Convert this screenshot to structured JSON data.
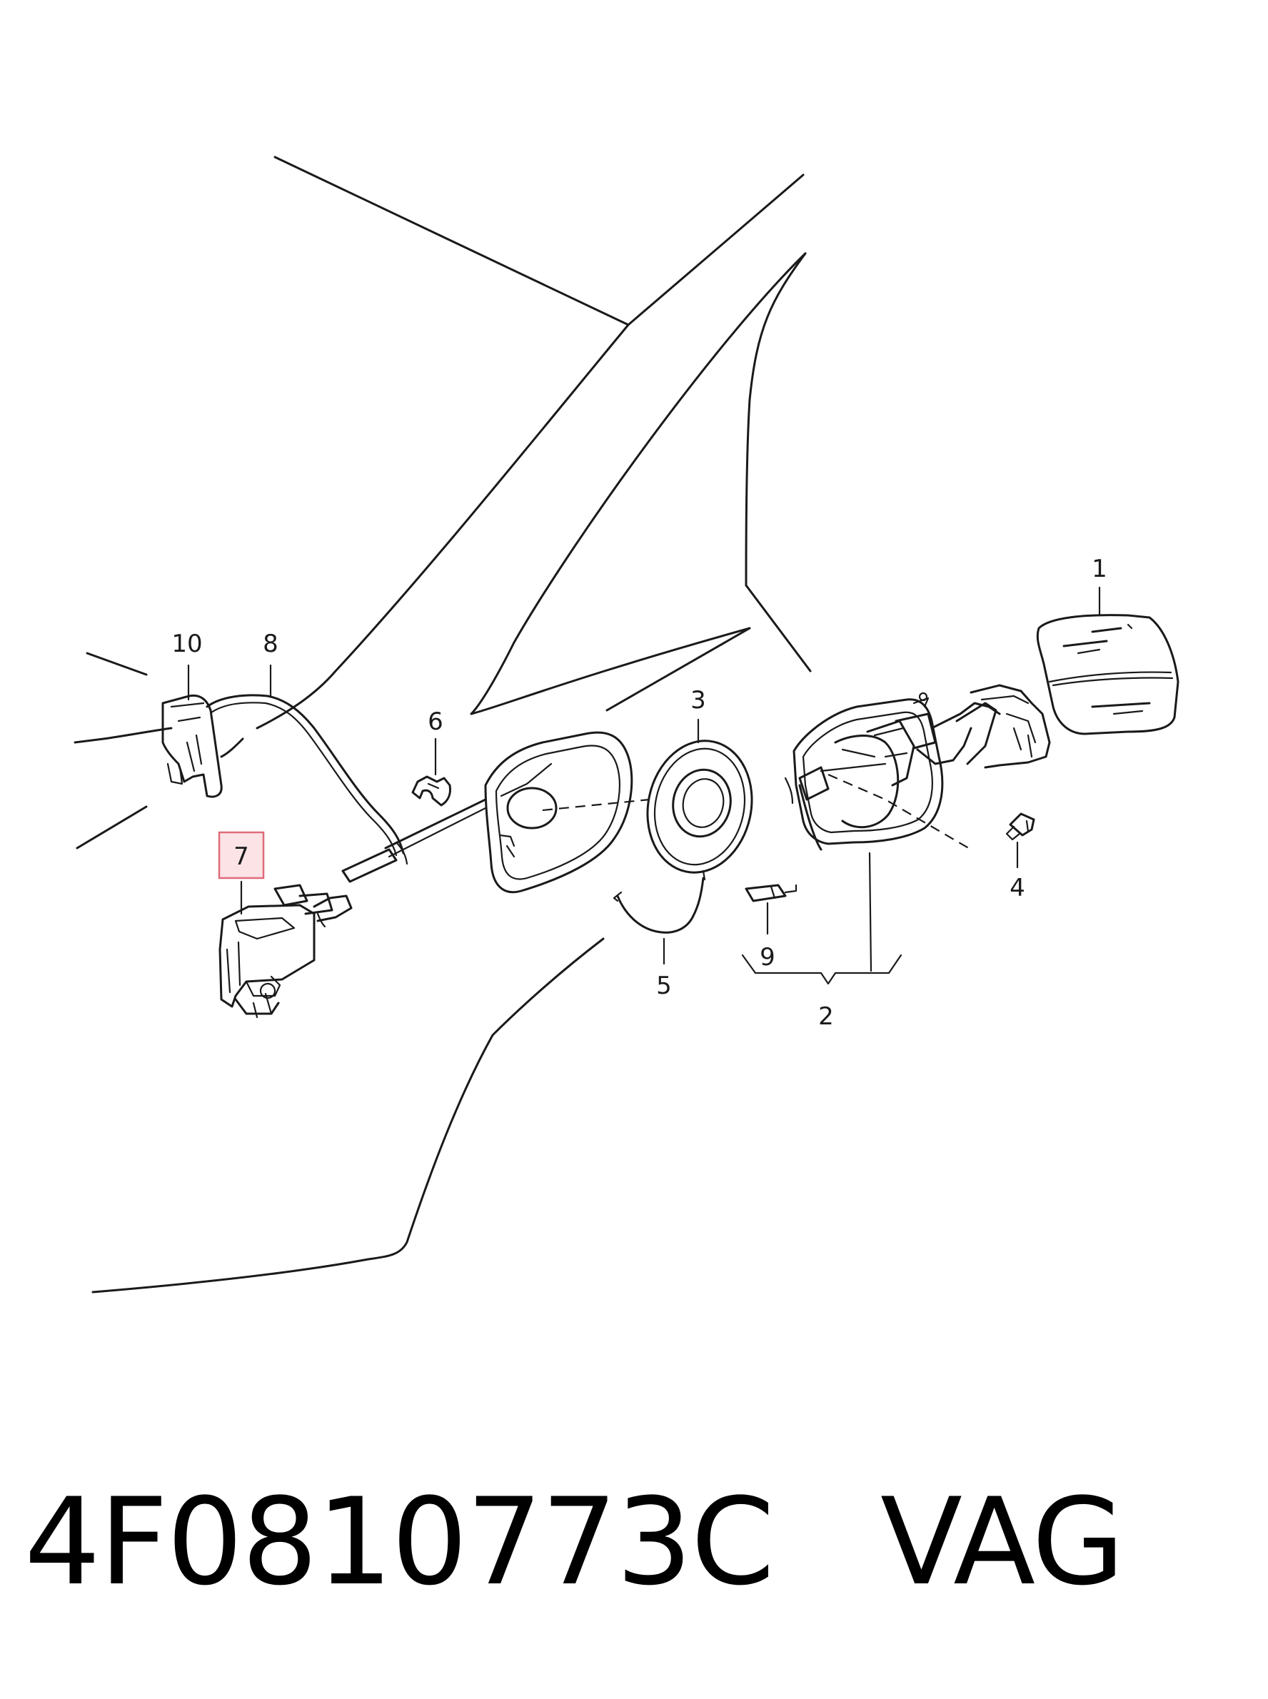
{
  "callouts": {
    "c1": "1",
    "c2": "2",
    "c3": "3",
    "c4": "4",
    "c5": "5",
    "c6": "6",
    "c7": "7",
    "c8": "8",
    "c9": "9",
    "c10": "10"
  },
  "highlighted_callout": "7",
  "colors": {
    "line": "#1a1a1a",
    "highlight_fill": "#fbe3e6",
    "highlight_stroke": "#e06a7a"
  },
  "footer": {
    "part_number": "4F0810773C",
    "brand": "VAG"
  }
}
